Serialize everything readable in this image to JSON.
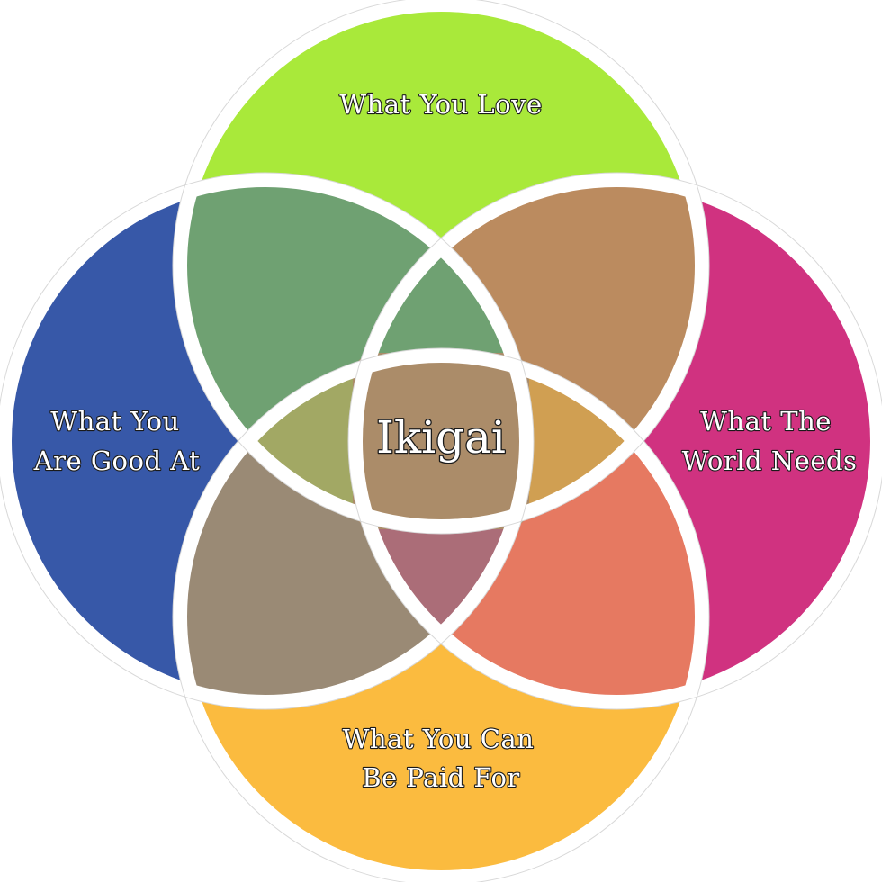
{
  "diagram": {
    "center_label": "Ikigai",
    "circles": {
      "love": {
        "label": "What You Love",
        "color": "#a9e93a"
      },
      "good_at": {
        "label_line1": "What You",
        "label_line2": "Are Good At",
        "color": "#3758a8"
      },
      "world_needs": {
        "label_line1": "What The",
        "label_line2": "World Needs",
        "color": "#d03280"
      },
      "paid_for": {
        "label_line1": "What You Can",
        "label_line2": "Be Paid For",
        "color": "#fbbb3f"
      }
    },
    "overlap_colors": {
      "love_good": "#6fa172",
      "love_world": "#bb8b5f",
      "good_paid": "#9a8a75",
      "world_paid": "#e67961",
      "love_good_world": "#6fa172",
      "love_good_paid": "#a2a864",
      "love_world_paid": "#d09f52",
      "good_world_paid": "#ab6d78",
      "center": "#ab8c69"
    }
  }
}
